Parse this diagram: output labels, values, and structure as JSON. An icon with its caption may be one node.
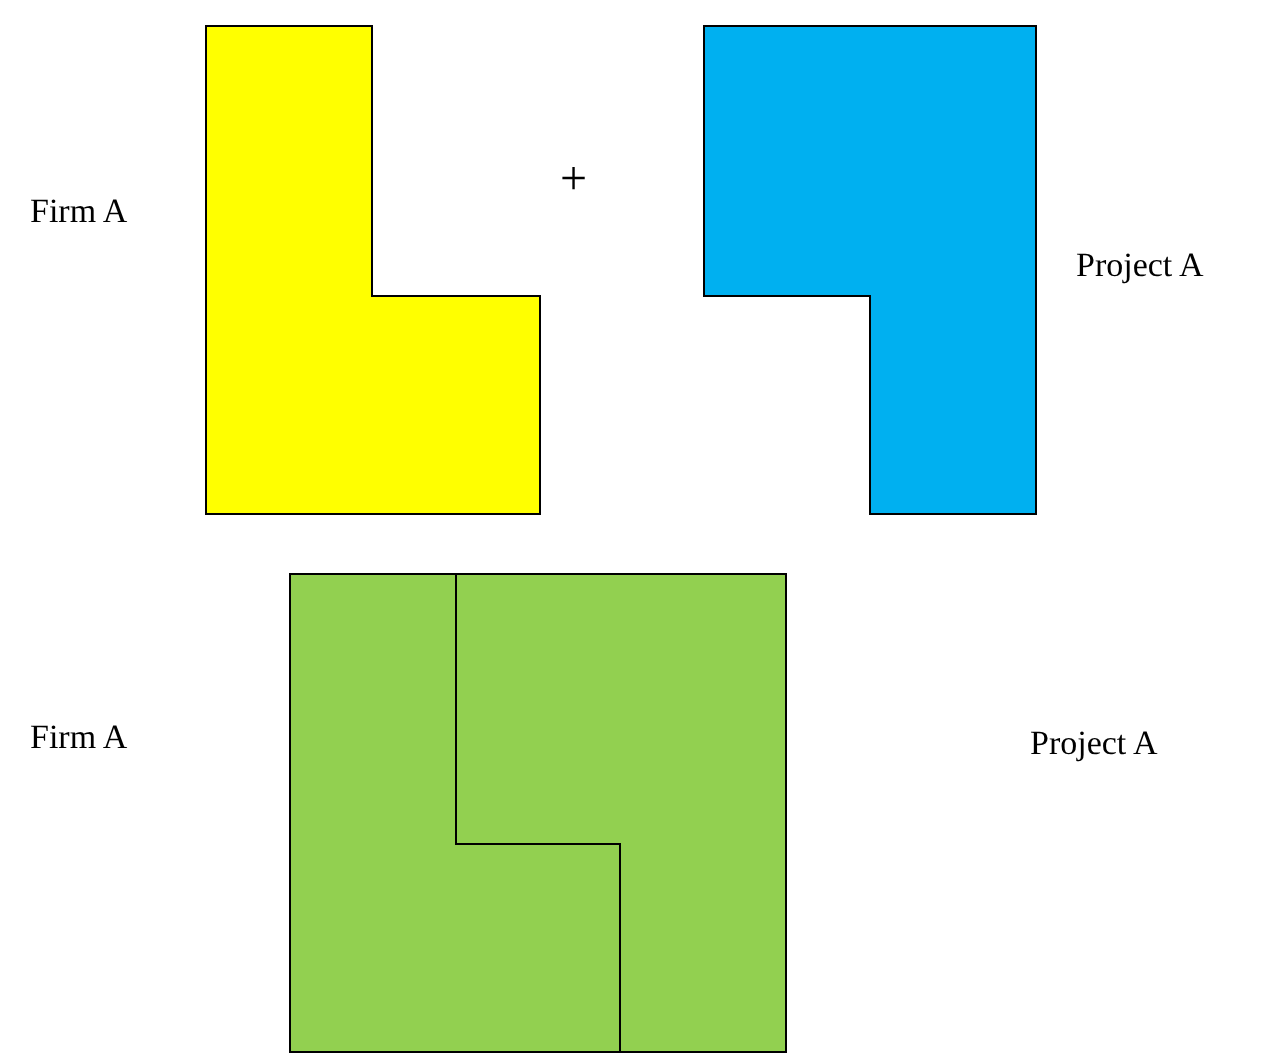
{
  "diagram": {
    "labels": [
      "Firm A",
      "+",
      "Project A",
      "Firm A",
      "Project A"
    ]
  }
}
